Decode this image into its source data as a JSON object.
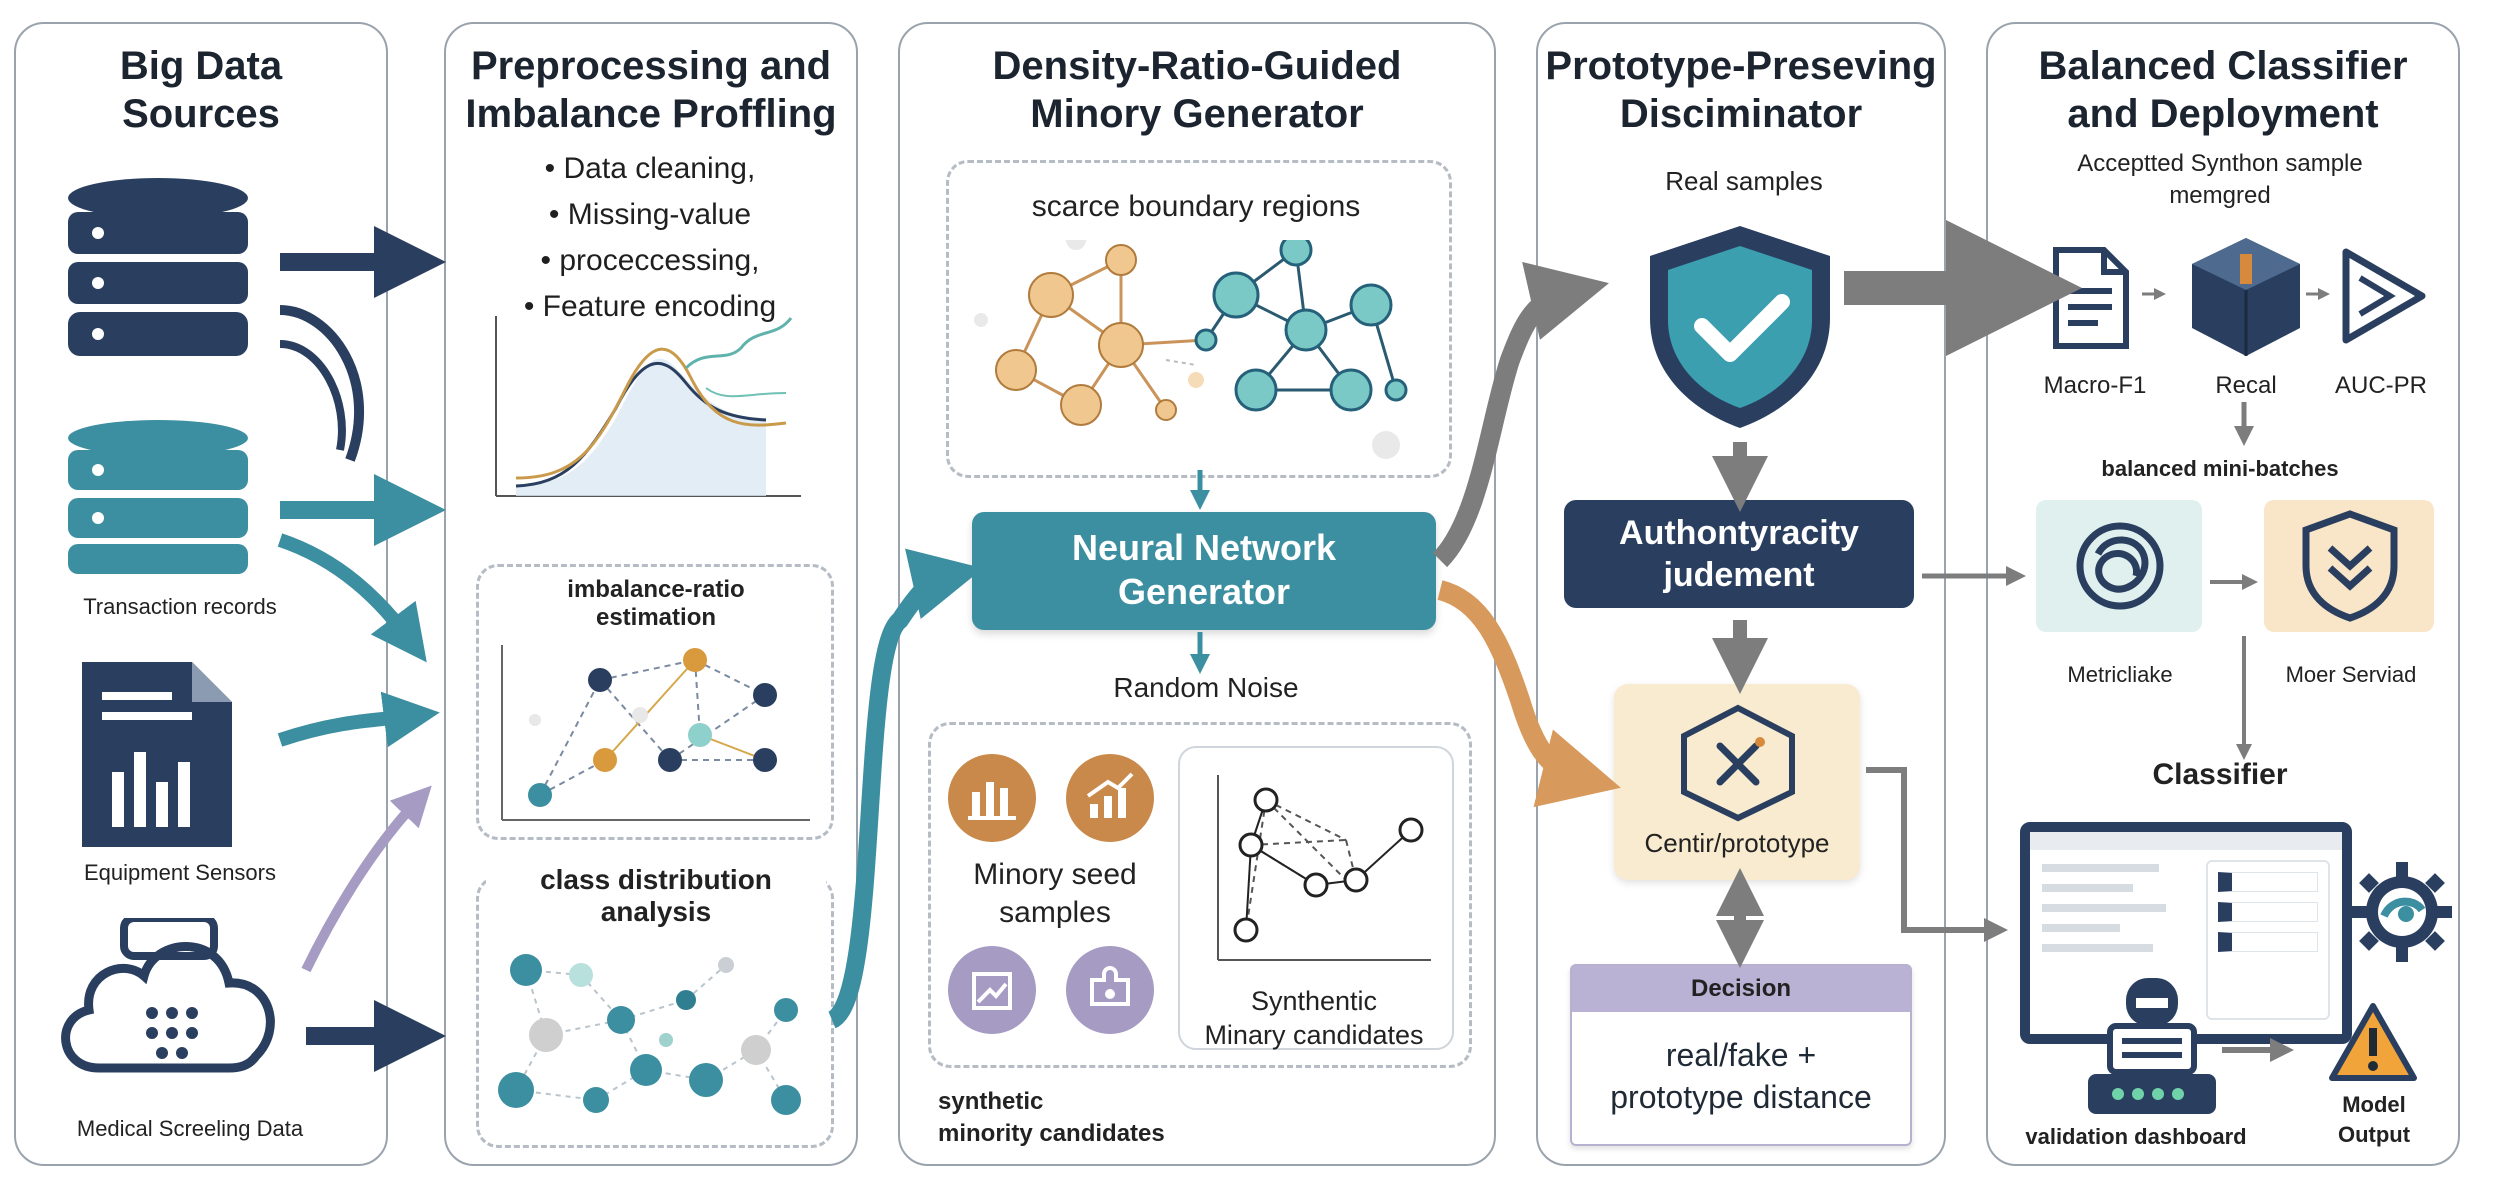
{
  "panels": {
    "sources": {
      "title": "Big Data\nSources",
      "items": {
        "transactions": "Transaction records",
        "sensors": "Equipment Sensors",
        "medical": "Medical Screeling Data"
      }
    },
    "preprocessing": {
      "title": "Preprocessing and\nImbalance Proffling",
      "bullets": [
        "Data cleaning,",
        "Missing-value",
        "proceccessing,",
        "Feature encoding"
      ],
      "imbalance": "imbalance-ratio\nestimation",
      "distribution": "class distribution\nanalysis"
    },
    "generator": {
      "title": "Density-Ratio-Guided\nMinory Generator",
      "scarce": "scarce boundary regions",
      "nn_block": "Neural Network\nGenerator",
      "noise": "Random Noise",
      "seed": "Minory seed\nsamples",
      "synthetic_inner": "Synthentic\nMinary candidates",
      "synthetic_outer": "synthetic\nminority candidates"
    },
    "discriminator": {
      "title": "Prototype-Preseving\nDisciminator",
      "real": "Real samples",
      "authenticity": "Authontyracity\njudement",
      "centroid": "Centir/prototype",
      "decision_head": "Decision",
      "decision_body": "real/fake +\nprototype distance"
    },
    "classifier": {
      "title": "Balanced Classifier\nand Deployment",
      "accepted": "Acceptted Synthon sample\nmemgred",
      "macro": "Macro-F1",
      "recall": "Recal",
      "auc": "AUC-PR",
      "minibatch": "balanced mini-batches",
      "metric": "Metricliake",
      "model_served": "Moer Serviad",
      "classifier": "Classifier",
      "dashboard": "validation dashboard",
      "output": "Model\nOutput"
    }
  },
  "colors": {
    "navy": "#2a3f5f",
    "teal": "#3c8fa0",
    "orange": "#d89a5c",
    "grey": "#7d7d7d",
    "lavender": "#a59bc3"
  }
}
